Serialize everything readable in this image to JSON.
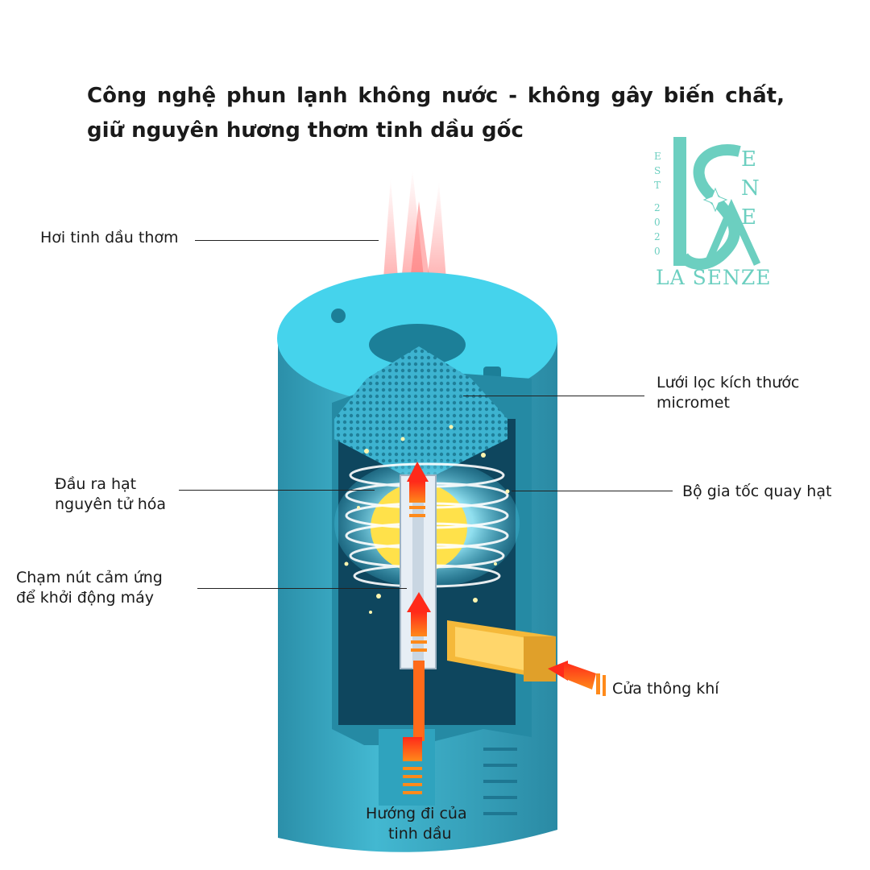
{
  "title": "Công nghệ phun lạnh không nước - không gây biến chất, giữ nguyên hương thơm tinh dầu gốc",
  "brand": {
    "name": "LA SENZE",
    "est": "EST 2020",
    "logo_monogram": "LS",
    "color": "#6ccfc0"
  },
  "labels": {
    "vapor": "Hơi tinh dầu thơm",
    "filter_line1": "Lưới lọc kích thước",
    "filter_line2": "micromet",
    "nozzle_line1": "Đầu ra hạt",
    "nozzle_line2": "nguyên tử hóa",
    "accelerator": "Bộ gia tốc quay hạt",
    "touch_line1": "Chạm nút cảm ứng",
    "touch_line2": "để khởi động máy",
    "air_inlet": "Cửa thông khí",
    "oil_flow_line1": "Hướng đi của",
    "oil_flow_line2": "tinh dầu"
  },
  "colors": {
    "body": "#3fb6cf",
    "body_top": "#45d3ec",
    "body_dark": "#2a8ea8",
    "arrow": "#ee3322",
    "fitting": "#f5b93a"
  }
}
